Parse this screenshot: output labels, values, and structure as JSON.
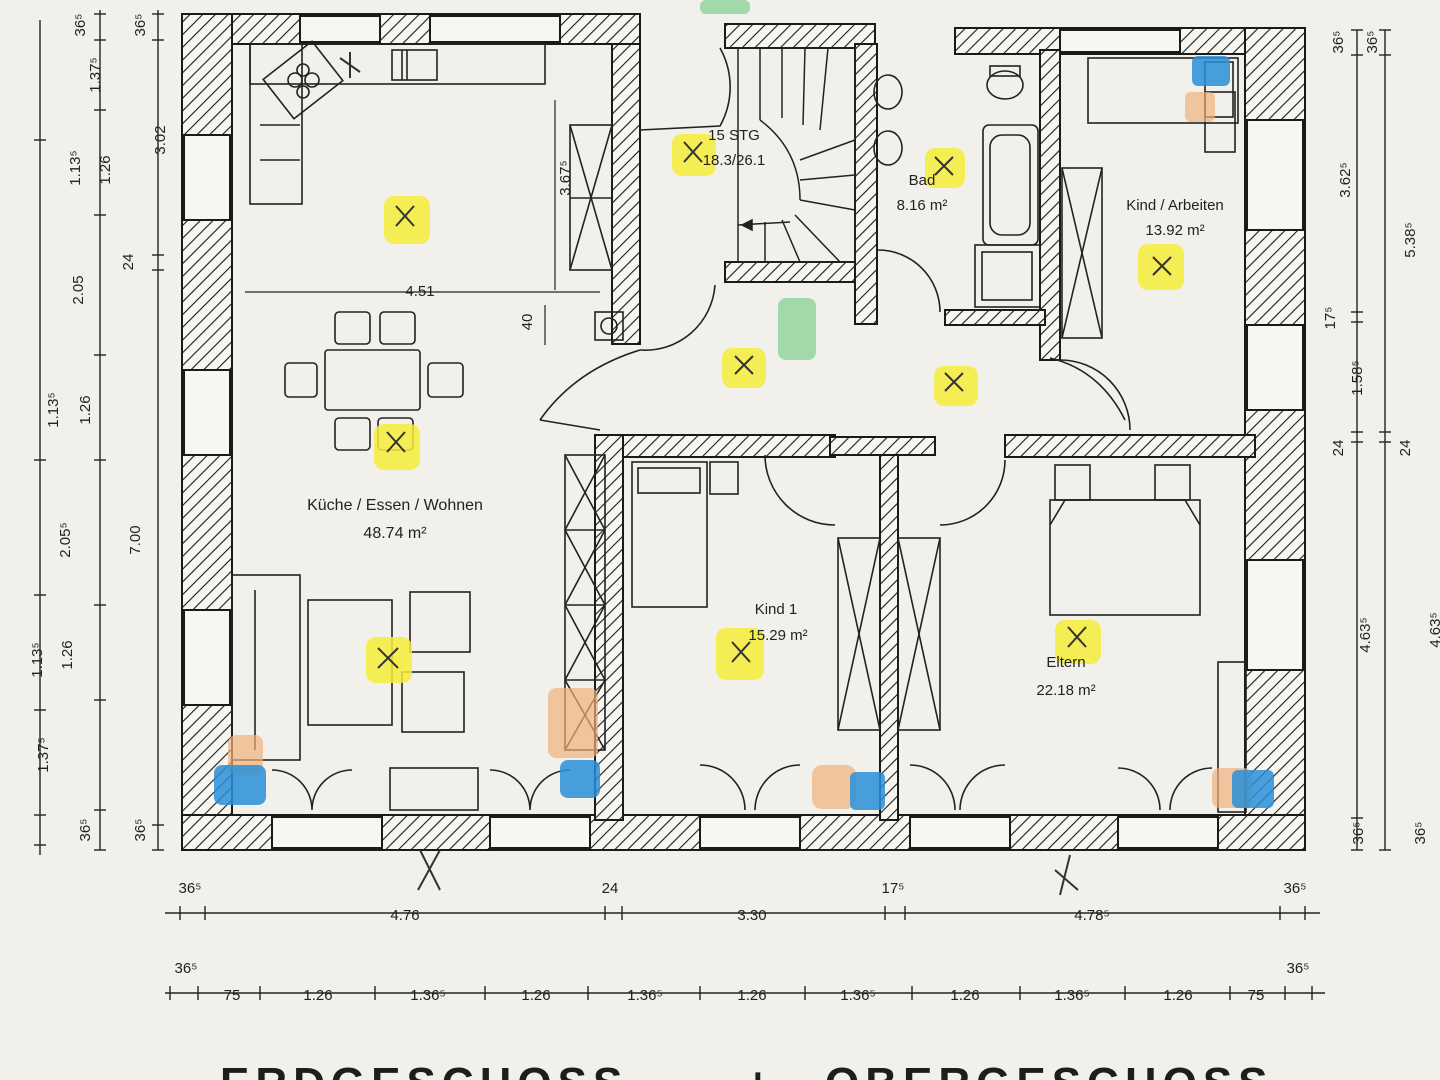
{
  "rooms": {
    "kitchen": {
      "name": "Küche / Essen / Wohnen",
      "area": "48.74 m²"
    },
    "stairs": {
      "name": "15 STG",
      "area": "18.3/26.1"
    },
    "bath": {
      "name": "Bad",
      "area": "8.16 m²"
    },
    "kind_arbeiten": {
      "name": "Kind / Arbeiten",
      "area": "13.92 m²"
    },
    "kind1": {
      "name": "Kind 1",
      "area": "15.29 m²"
    },
    "eltern": {
      "name": "Eltern",
      "area": "22.18 m²"
    }
  },
  "inner_dims": {
    "kitchen_width": "4.51",
    "kitchen_height": "3.67⁵",
    "hall_offset": "40"
  },
  "dims_bottom_1": [
    "36⁵",
    "4.76",
    "24",
    "3.30",
    "17⁵",
    "4.78⁵",
    "36⁵"
  ],
  "dims_bottom_2": [
    "36⁵",
    "75",
    "1.26",
    "1.36⁵",
    "1.26",
    "1.36⁵",
    "1.26",
    "1.36⁵",
    "1.26",
    "1.36⁵",
    "1.26",
    "75",
    "36⁵"
  ],
  "dims_left_outer": [
    "36⁵",
    "3.02",
    "24",
    "7.00",
    "36⁵"
  ],
  "dims_left_inner": [
    "36⁵",
    "1.37⁵",
    "1.26",
    "1.13⁵",
    "2.05",
    "1.26",
    "1.13⁵",
    "2.05⁵",
    "1.26",
    "1.13⁵",
    "1.37⁵",
    "36⁵"
  ],
  "dims_right_inner": [
    "36⁵",
    "3.62⁵",
    "17⁵",
    "1.58⁵",
    "24",
    "4.63⁵",
    "36⁵"
  ],
  "dims_right_outer": [
    "36⁵",
    "5.38⁵",
    "24",
    "4.63⁵",
    "36⁵"
  ],
  "footer": {
    "left": "ERDGESCHOSS",
    "separator": "+",
    "right": "OBERGESCHOSS"
  },
  "colors": {
    "highlight_yellow": "#f4ec3a",
    "highlight_blue": "#2a8fd8",
    "highlight_orange": "#efb07a",
    "highlight_green": "#7fcf8f",
    "wall_line": "#1a1a1a"
  }
}
